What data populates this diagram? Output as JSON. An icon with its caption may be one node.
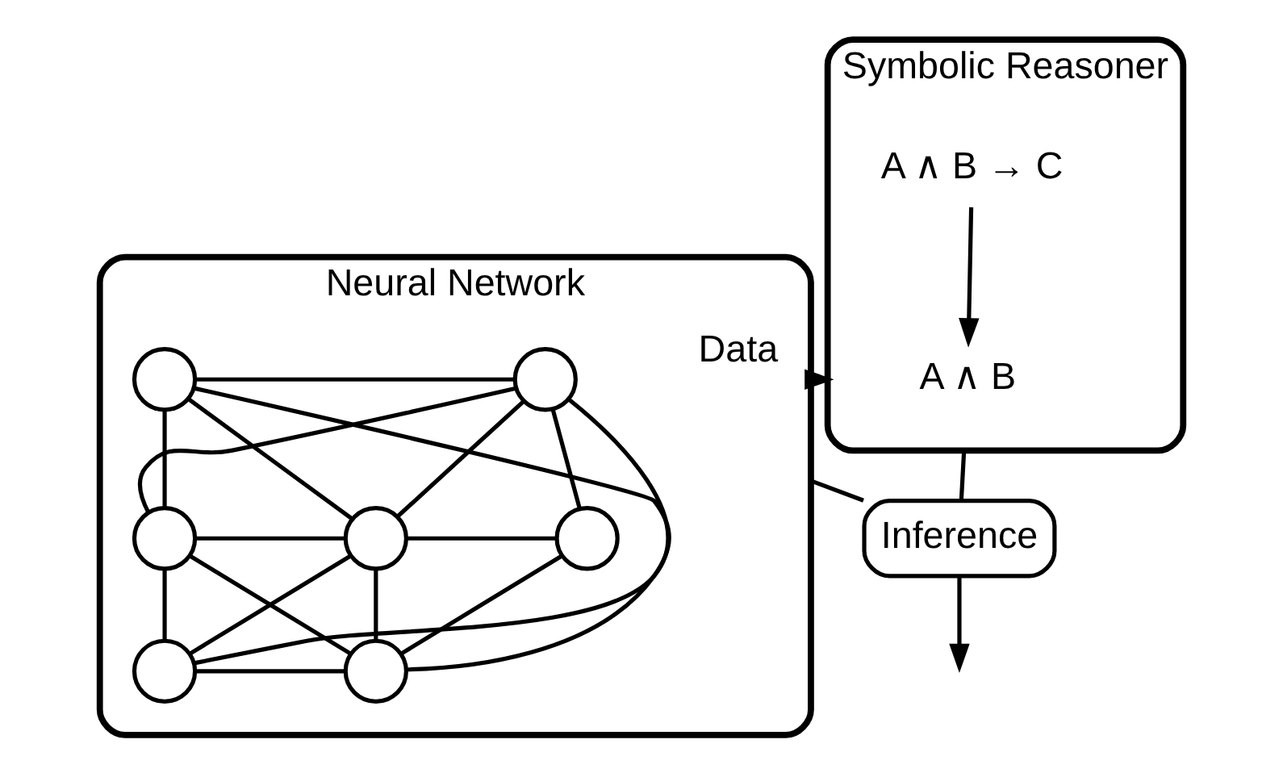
{
  "diagram": {
    "nodes": [
      {
        "text": [
          "Neural Network"
        ]
      },
      {
        "text": [],
        "shape": "circle",
        "in": 0
      },
      {
        "text": [],
        "shape": "circle",
        "in": 0
      },
      {
        "text": [],
        "shape": "circle",
        "in": 0
      },
      {
        "text": [],
        "shape": "circle",
        "in": 0
      },
      {
        "text": [],
        "shape": "circle",
        "in": 0
      },
      {
        "text": [],
        "shape": "circle",
        "in": 0
      },
      {
        "text": [],
        "shape": "circle",
        "in": 0
      },
      {
        "text": [
          "Symbolic Reasoner"
        ]
      },
      {
        "text": [
          "A ∧ B → C"
        ],
        "in": 8
      },
      {
        "text": [
          "A ∧ B"
        ],
        "in": 8
      },
      {
        "text": [
          "Inference"
        ]
      }
    ],
    "edges": [
      {
        "from": 1,
        "to": 4,
        "arrow": "none"
      },
      {
        "from": 1,
        "to": 5,
        "arrow": "none"
      },
      {
        "from": 1,
        "to": 6,
        "arrow": "none"
      },
      {
        "from": 2,
        "to": 4,
        "arrow": "none"
      },
      {
        "from": 2,
        "to": 5,
        "arrow": "none"
      },
      {
        "from": 2,
        "to": 6,
        "arrow": "none"
      },
      {
        "from": 3,
        "to": 4,
        "arrow": "none"
      },
      {
        "from": 3,
        "to": 5,
        "arrow": "none"
      },
      {
        "from": 3,
        "to": 6,
        "arrow": "none"
      },
      {
        "from": 1,
        "to": 2,
        "arrow": "none"
      },
      {
        "from": 2,
        "to": 3,
        "arrow": "none"
      },
      {
        "from": 4,
        "to": 5,
        "arrow": "none"
      },
      {
        "from": 5,
        "to": 6,
        "arrow": "none"
      },
      {
        "from": 4,
        "to": 7,
        "arrow": "none"
      },
      {
        "from": 5,
        "to": 7,
        "arrow": "none"
      },
      {
        "from": 6,
        "to": 7,
        "arrow": "none"
      },
      {
        "from": 0,
        "to": 8,
        "label": "Data",
        "arrow": "to"
      },
      {
        "from": 9,
        "to": 10,
        "arrow": "to"
      },
      {
        "from": 0,
        "to": 11,
        "arrow": "none"
      },
      {
        "from": 8,
        "to": 11,
        "arrow": "none"
      },
      {
        "from": 11,
        "to": null,
        "arrow": "to"
      }
    ]
  }
}
